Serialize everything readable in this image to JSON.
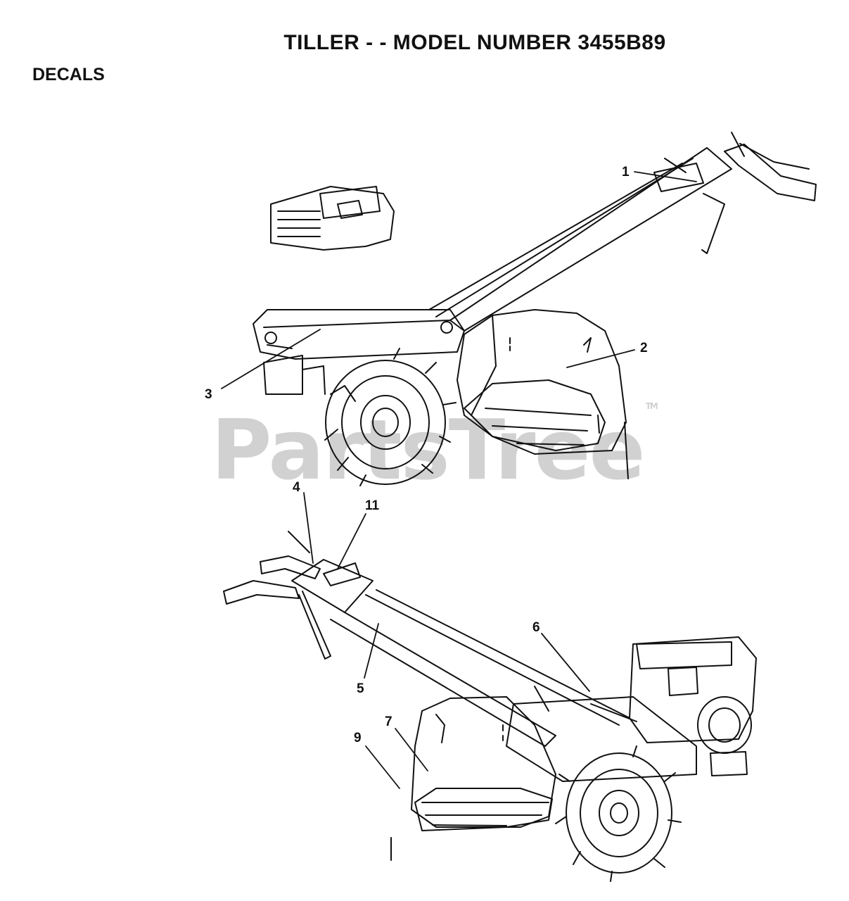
{
  "header": {
    "title": "TILLER - - MODEL NUMBER 3455B89",
    "section": "DECALS"
  },
  "watermark": {
    "text": "PartsTree",
    "trademark": "TM"
  },
  "callouts": [
    {
      "id": "1",
      "label": "1"
    },
    {
      "id": "2",
      "label": "2"
    },
    {
      "id": "3",
      "label": "3"
    },
    {
      "id": "4",
      "label": "4"
    },
    {
      "id": "11",
      "label": "11"
    },
    {
      "id": "5",
      "label": "5"
    },
    {
      "id": "6",
      "label": "6"
    },
    {
      "id": "7",
      "label": "7"
    },
    {
      "id": "9",
      "label": "9"
    }
  ]
}
